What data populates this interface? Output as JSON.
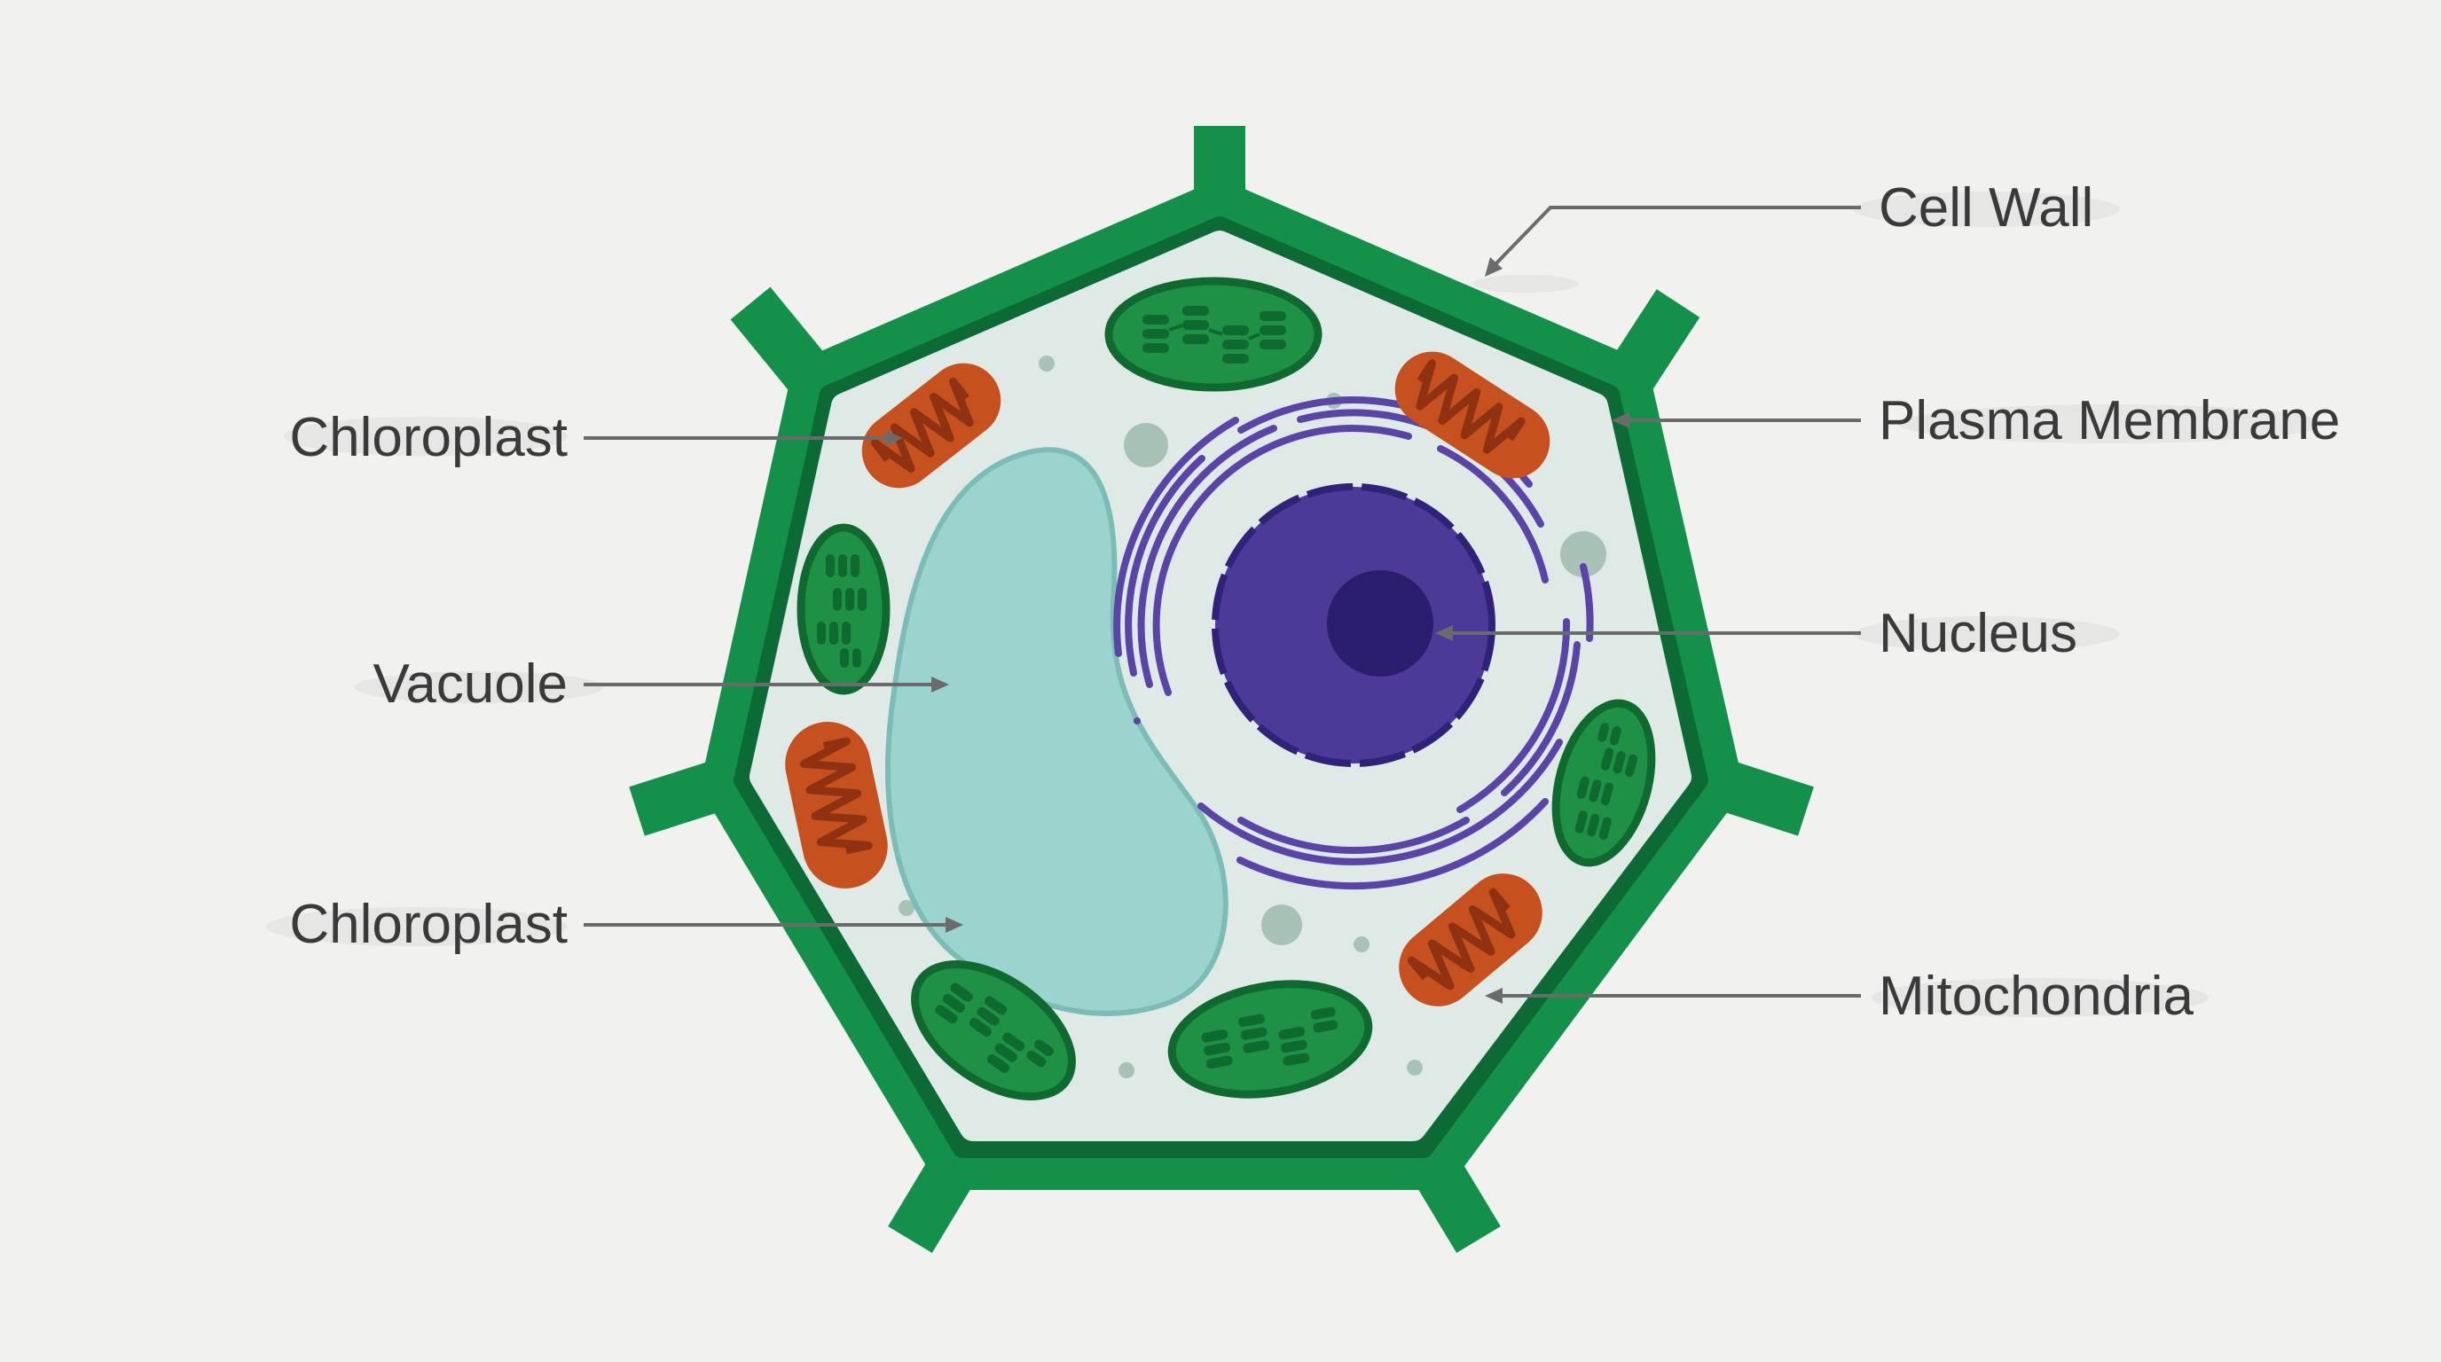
{
  "labels": {
    "chloroplast_top": "Chloroplast",
    "vacuole": "Vacuole",
    "chloroplast_bottom": "Chloroplast",
    "cell_wall": "Cell Wall",
    "plasma_membrane": "Plasma Membrane",
    "nucleus": "Nucleus",
    "mitochondria": "Mitochondria"
  },
  "colors": {
    "background": "#f1f1ef",
    "cell_wall": "#13914a",
    "cell_wall_dark": "#0c6b34",
    "cytoplasm": "#dfeae7",
    "vacuole": "#9bd3cf",
    "vacuole_border": "#7bbcb6",
    "nucleus": "#4d3a98",
    "nucleolus": "#2b1d6e",
    "endoplasmic_reticulum": "#5a44a8",
    "mitochondria": "#c6501e",
    "mitochondria_inner": "#8e3212",
    "chloroplast": "#1f9147",
    "chloroplast_dark": "#0f6a2f",
    "granules": "#a8c2b8",
    "leader_line": "#6b6b6b",
    "label_text": "#3a3a3a"
  }
}
